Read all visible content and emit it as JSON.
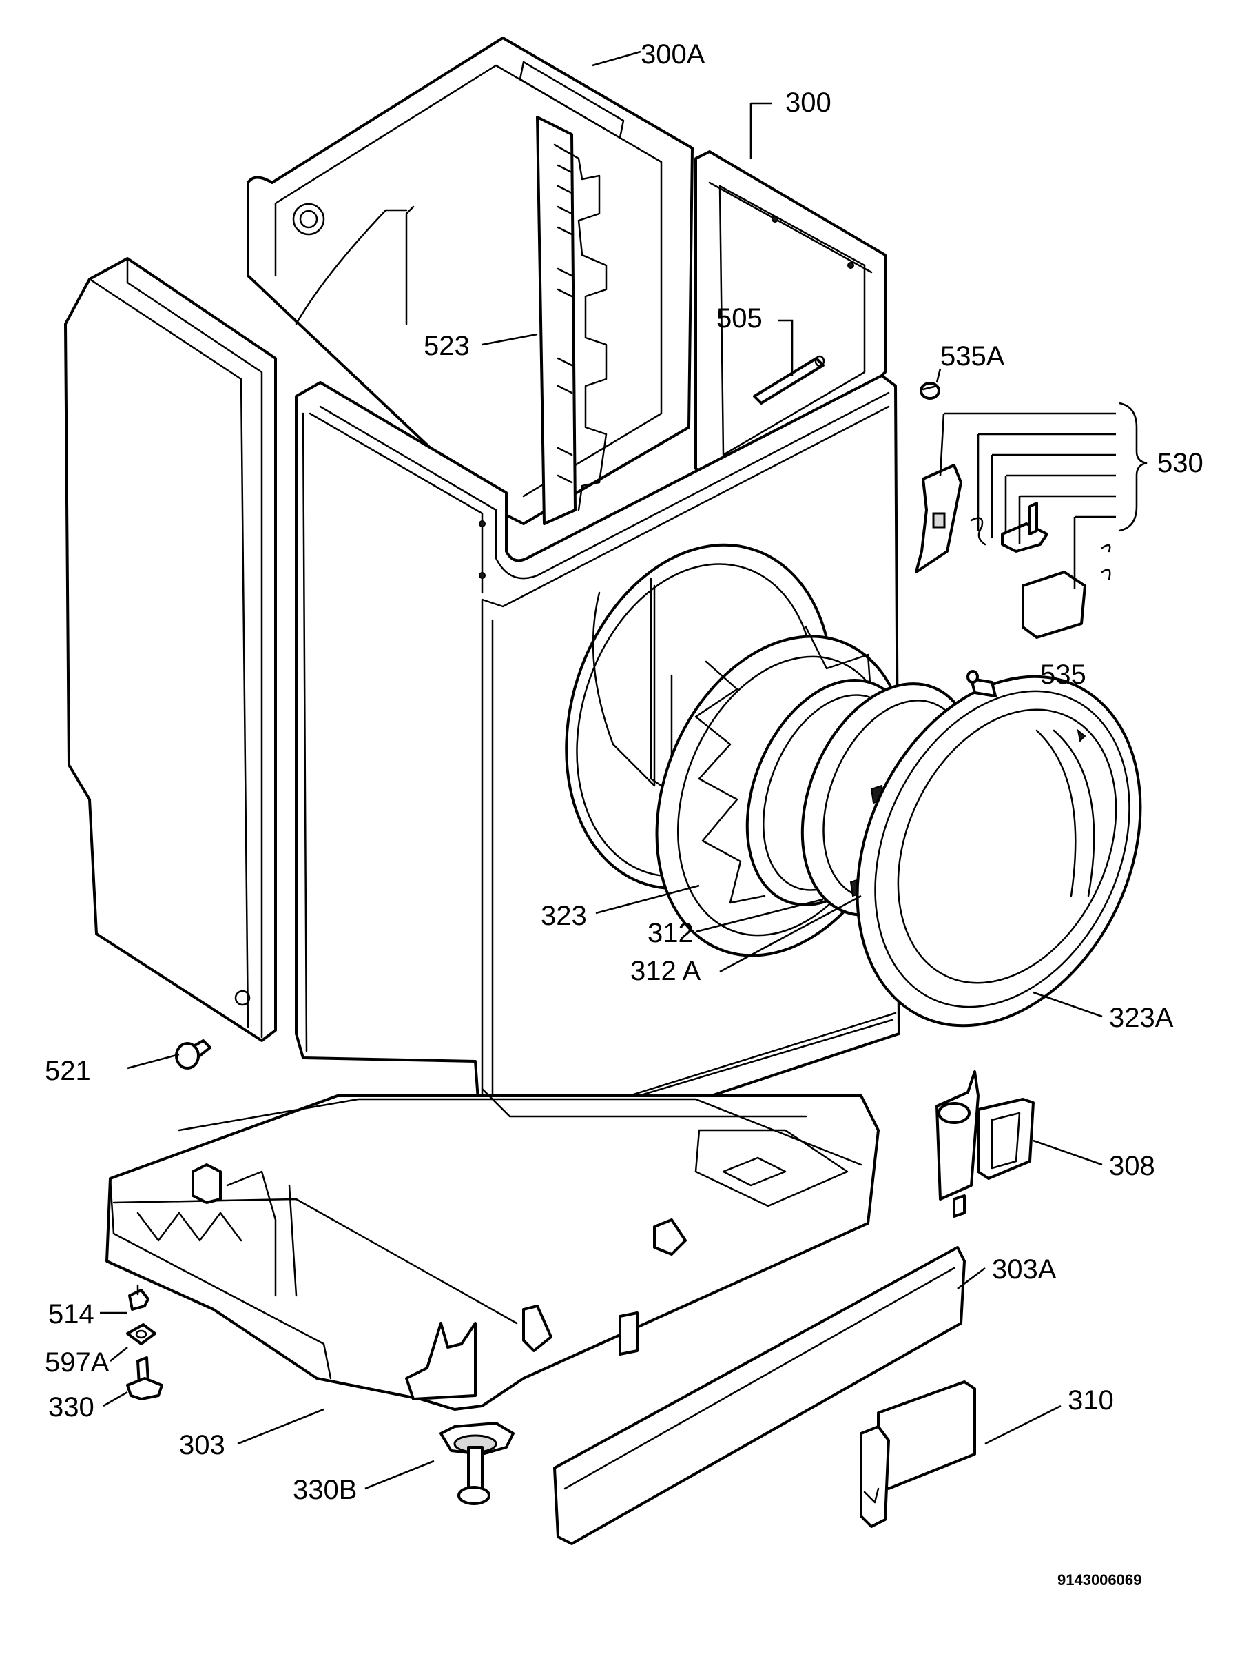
{
  "labels": {
    "l300a": "300A",
    "l300": "300",
    "l523": "523",
    "l505": "505",
    "l535a": "535A",
    "l530": "530",
    "l535": "535",
    "l323": "323",
    "l312": "312",
    "l312a": "312 A",
    "l323a": "323A",
    "l521": "521",
    "l308": "308",
    "l303a": "303A",
    "l514": "514",
    "l597a": "597A",
    "l330": "330",
    "l303": "303",
    "l310": "310",
    "l330b": "330B"
  },
  "drawing_code": "9143006069"
}
